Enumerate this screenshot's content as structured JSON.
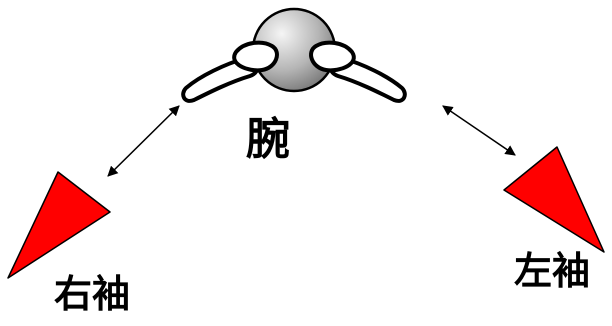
{
  "labels": {
    "arms": "腕",
    "right_sleeve": "右袖",
    "left_sleeve": "左袖"
  },
  "colors": {
    "sleeve_fill": "#ff0000",
    "outline": "#000000",
    "head_gradient": [
      "#f2f2f2",
      "#8c8c8c"
    ]
  },
  "icons": {
    "figure": "person-arms-spread-icon",
    "sleeve_marker": "red-triangle-icon",
    "connector": "double-headed-arrow-icon"
  }
}
